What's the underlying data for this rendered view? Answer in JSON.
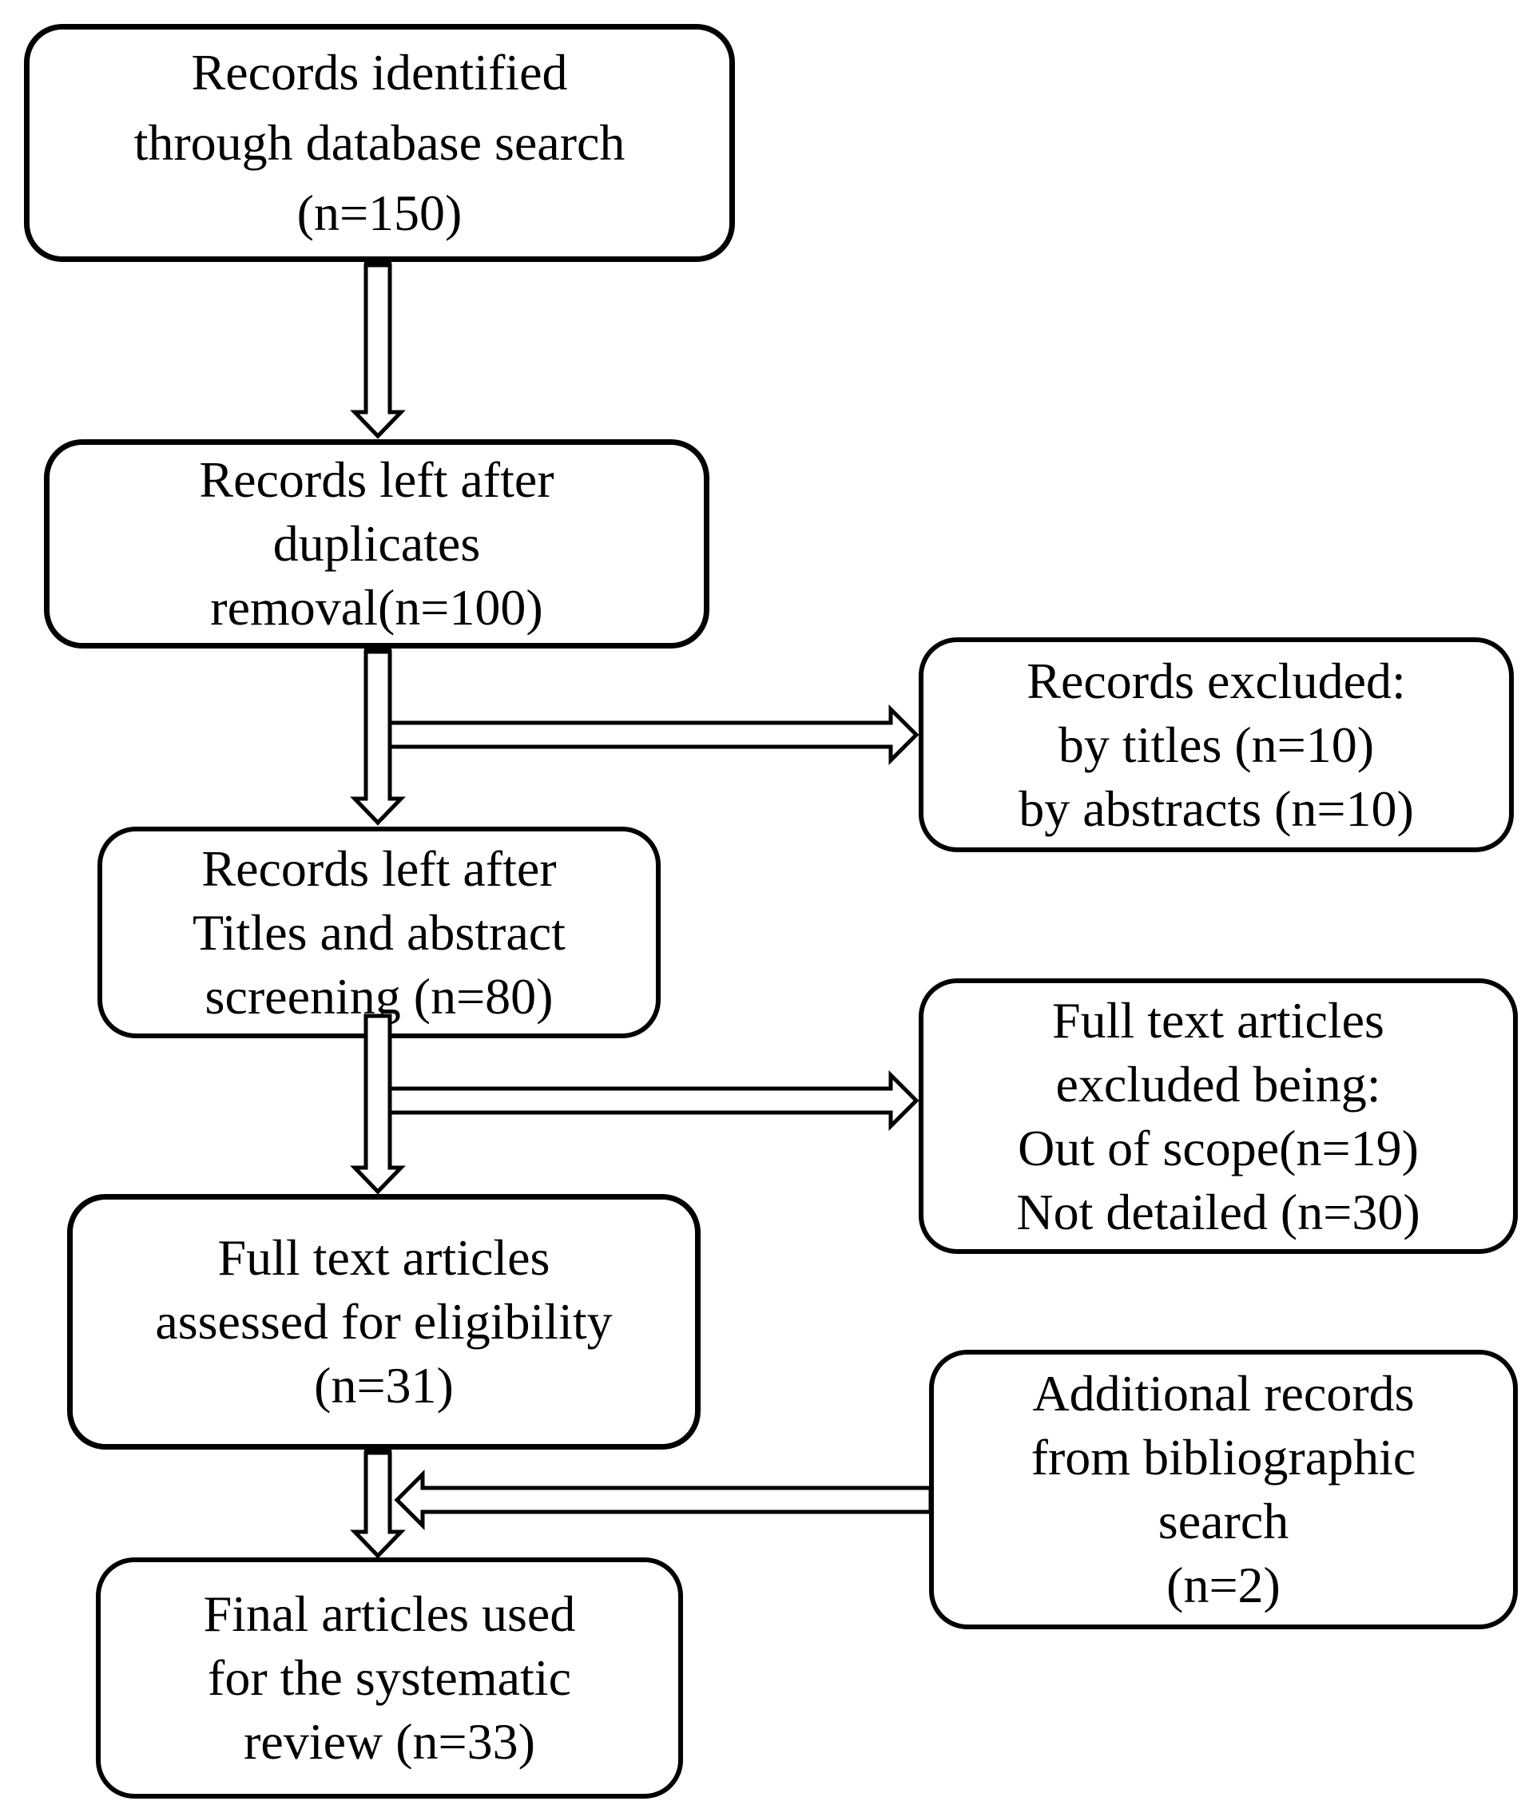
{
  "figure": {
    "type": "prisma-flow-diagram",
    "background_color": "#ffffff",
    "line_color": "#000000",
    "boxes": {
      "identified": {
        "lines": [
          "Records identified",
          "through database search",
          "(n=150)"
        ],
        "n": 150
      },
      "after_duplicates": {
        "lines": [
          "Records left after",
          "duplicates",
          "removal(n=100)"
        ],
        "n": 100
      },
      "records_excluded": {
        "lines": [
          "Records excluded:",
          "by titles (n=10)",
          "by abstracts (n=10)"
        ],
        "n_titles": 10,
        "n_abstracts": 10
      },
      "after_screening": {
        "lines": [
          "Records left after",
          "Titles and abstract",
          "screening (n=80)"
        ],
        "n": 80
      },
      "full_text_excluded": {
        "lines": [
          "Full text articles",
          "excluded being:",
          "Out of scope(n=19)",
          "Not detailed (n=30)"
        ],
        "n_out_of_scope": 19,
        "n_not_detailed": 30
      },
      "full_text_assessed": {
        "lines": [
          "Full text articles",
          "assessed for eligibility",
          "(n=31)"
        ],
        "n": 31
      },
      "additional_records": {
        "lines": [
          "Additional records",
          "from bibliographic",
          "search",
          "(n=2)"
        ],
        "n": 2
      },
      "final_articles": {
        "lines": [
          "Final articles used",
          "for the systematic",
          "review (n=33)"
        ],
        "n": 33
      }
    }
  }
}
